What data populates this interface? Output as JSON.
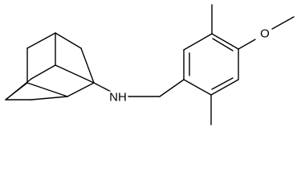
{
  "molecule": {
    "atom_labels": {
      "nitrogen": "N",
      "nitrogen_hydrogen": "H",
      "oxygen": "O"
    },
    "colors": {
      "bond": "#000000",
      "background": "#ffffff"
    }
  }
}
